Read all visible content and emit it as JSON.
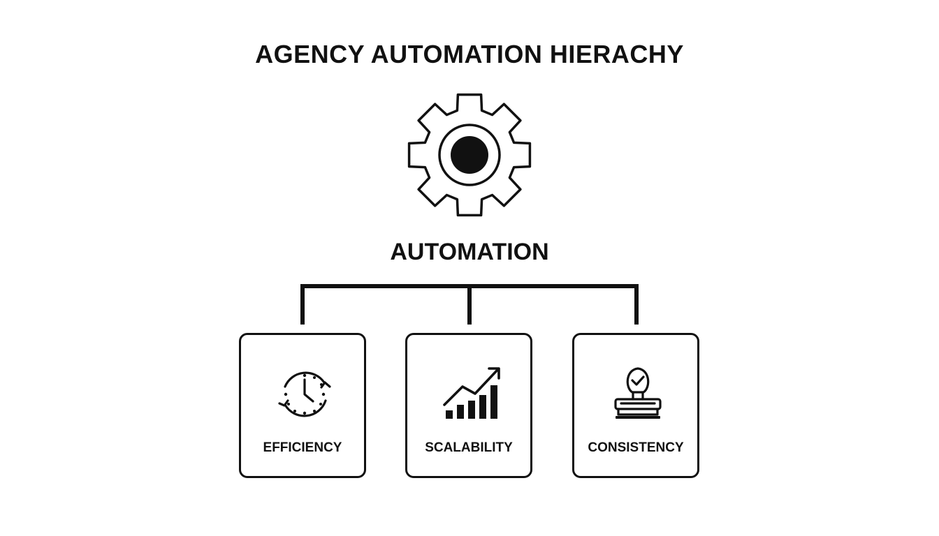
{
  "title": "AGENCY AUTOMATION HIERACHY",
  "root": {
    "label": "AUTOMATION",
    "icon": "gear-icon"
  },
  "children": [
    {
      "label": "EFFICIENCY",
      "icon": "clock-cycle-icon"
    },
    {
      "label": "SCALABILITY",
      "icon": "growth-chart-icon"
    },
    {
      "label": "CONSISTENCY",
      "icon": "approval-stamp-icon"
    }
  ],
  "colors": {
    "ink": "#111111",
    "background": "#ffffff"
  }
}
